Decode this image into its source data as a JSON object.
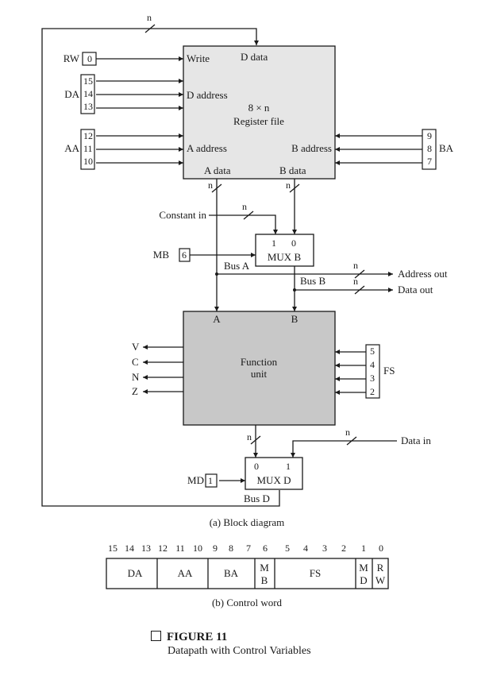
{
  "register_file": {
    "write_label": "Write",
    "d_data_label": "D data",
    "d_address_label": "D address",
    "size_label": "8 × n",
    "title_label": "Register file",
    "a_address_label": "A address",
    "b_address_label": "B address",
    "a_data_label": "A data",
    "b_data_label": "B data",
    "fill_color": "#e6e6e6"
  },
  "control_inputs": {
    "rw_label": "RW",
    "rw_bit": "0",
    "da_label": "DA",
    "da_bits": [
      "15",
      "14",
      "13"
    ],
    "aa_label": "AA",
    "aa_bits": [
      "12",
      "11",
      "10"
    ],
    "ba_label": "BA",
    "ba_bits": [
      "9",
      "8",
      "7"
    ],
    "mb_label": "MB",
    "mb_bit": "6",
    "fs_label": "FS",
    "fs_bits": [
      "5",
      "4",
      "3",
      "2"
    ],
    "md_label": "MD",
    "md_bit": "1"
  },
  "bus_width_label": "n",
  "mux_b": {
    "in1": "1",
    "in0": "0",
    "title": "MUX B"
  },
  "mux_d": {
    "in0": "0",
    "in1": "1",
    "title": "MUX D"
  },
  "constant_in_label": "Constant in",
  "bus_a_label": "Bus A",
  "bus_b_label": "Bus B",
  "bus_d_label": "Bus D",
  "address_out_label": "Address out",
  "data_out_label": "Data out",
  "data_in_label": "Data in",
  "function_unit": {
    "title_line1": "Function",
    "title_line2": "unit",
    "a_label": "A",
    "b_label": "B",
    "status_outputs": [
      "V",
      "C",
      "N",
      "Z"
    ],
    "fill_color": "#c8c8c8"
  },
  "captions": {
    "block_diagram": "(a) Block diagram",
    "control_word": "(b) Control word"
  },
  "control_word": {
    "bit_numbers": [
      "15",
      "14",
      "13",
      "12",
      "11",
      "10",
      "9",
      "8",
      "7",
      "6",
      "5",
      "4",
      "3",
      "2",
      "1",
      "0"
    ],
    "fields": [
      {
        "name": "DA",
        "line2": ""
      },
      {
        "name": "AA",
        "line2": ""
      },
      {
        "name": "BA",
        "line2": ""
      },
      {
        "name": "M",
        "line2": "B"
      },
      {
        "name": "FS",
        "line2": ""
      },
      {
        "name": "M",
        "line2": "D"
      },
      {
        "name": "R",
        "line2": "W"
      }
    ]
  },
  "figure": {
    "title": "FIGURE 11",
    "subtitle": "Datapath with Control Variables"
  }
}
